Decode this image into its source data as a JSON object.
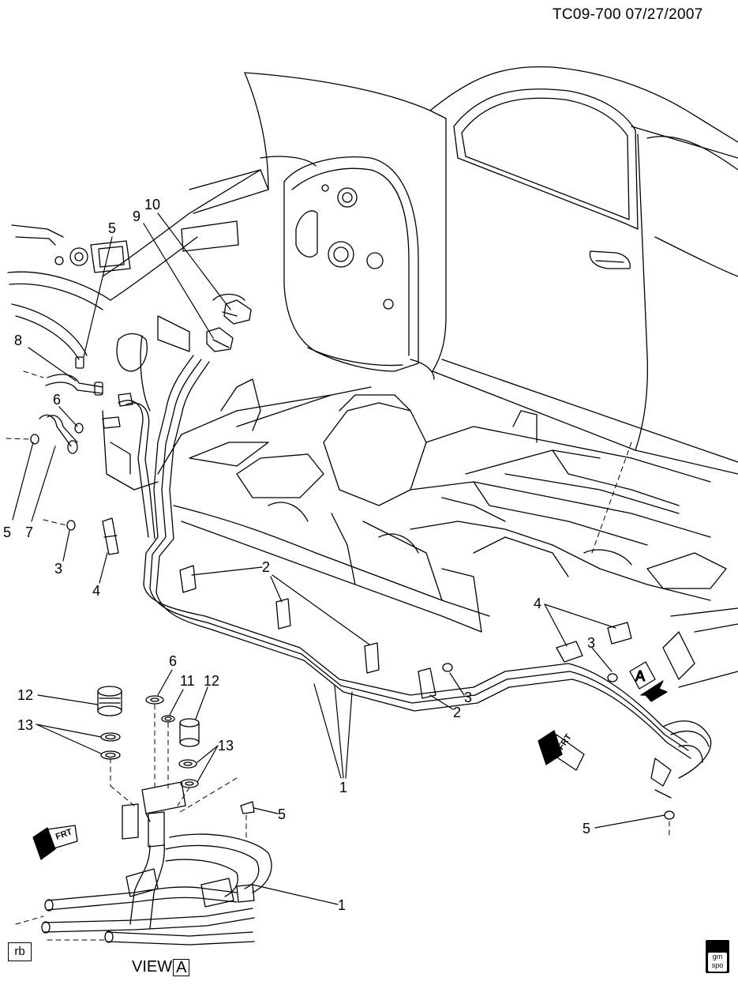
{
  "header": {
    "title": "TC09-700  07/27/2007"
  },
  "footer": {
    "view_text": "VIEW",
    "view_letter": "A",
    "rb_label": "rb",
    "logo_line1": "gm",
    "logo_line2": "spo"
  },
  "view_marker": {
    "letter": "A"
  },
  "front_markers": [
    {
      "text": "FRT"
    },
    {
      "text": "FRT"
    }
  ],
  "callouts": [
    {
      "label": "10"
    },
    {
      "label": "9"
    },
    {
      "label": "5"
    },
    {
      "label": "8"
    },
    {
      "label": "6"
    },
    {
      "label": "5"
    },
    {
      "label": "7"
    },
    {
      "label": "3"
    },
    {
      "label": "4"
    },
    {
      "label": "2"
    },
    {
      "label": "4"
    },
    {
      "label": "3"
    },
    {
      "label": "3"
    },
    {
      "label": "2"
    },
    {
      "label": "1"
    },
    {
      "label": "6"
    },
    {
      "label": "11"
    },
    {
      "label": "12"
    },
    {
      "label": "12"
    },
    {
      "label": "13"
    },
    {
      "label": "13"
    },
    {
      "label": "5"
    },
    {
      "label": "5"
    },
    {
      "label": "1"
    }
  ]
}
